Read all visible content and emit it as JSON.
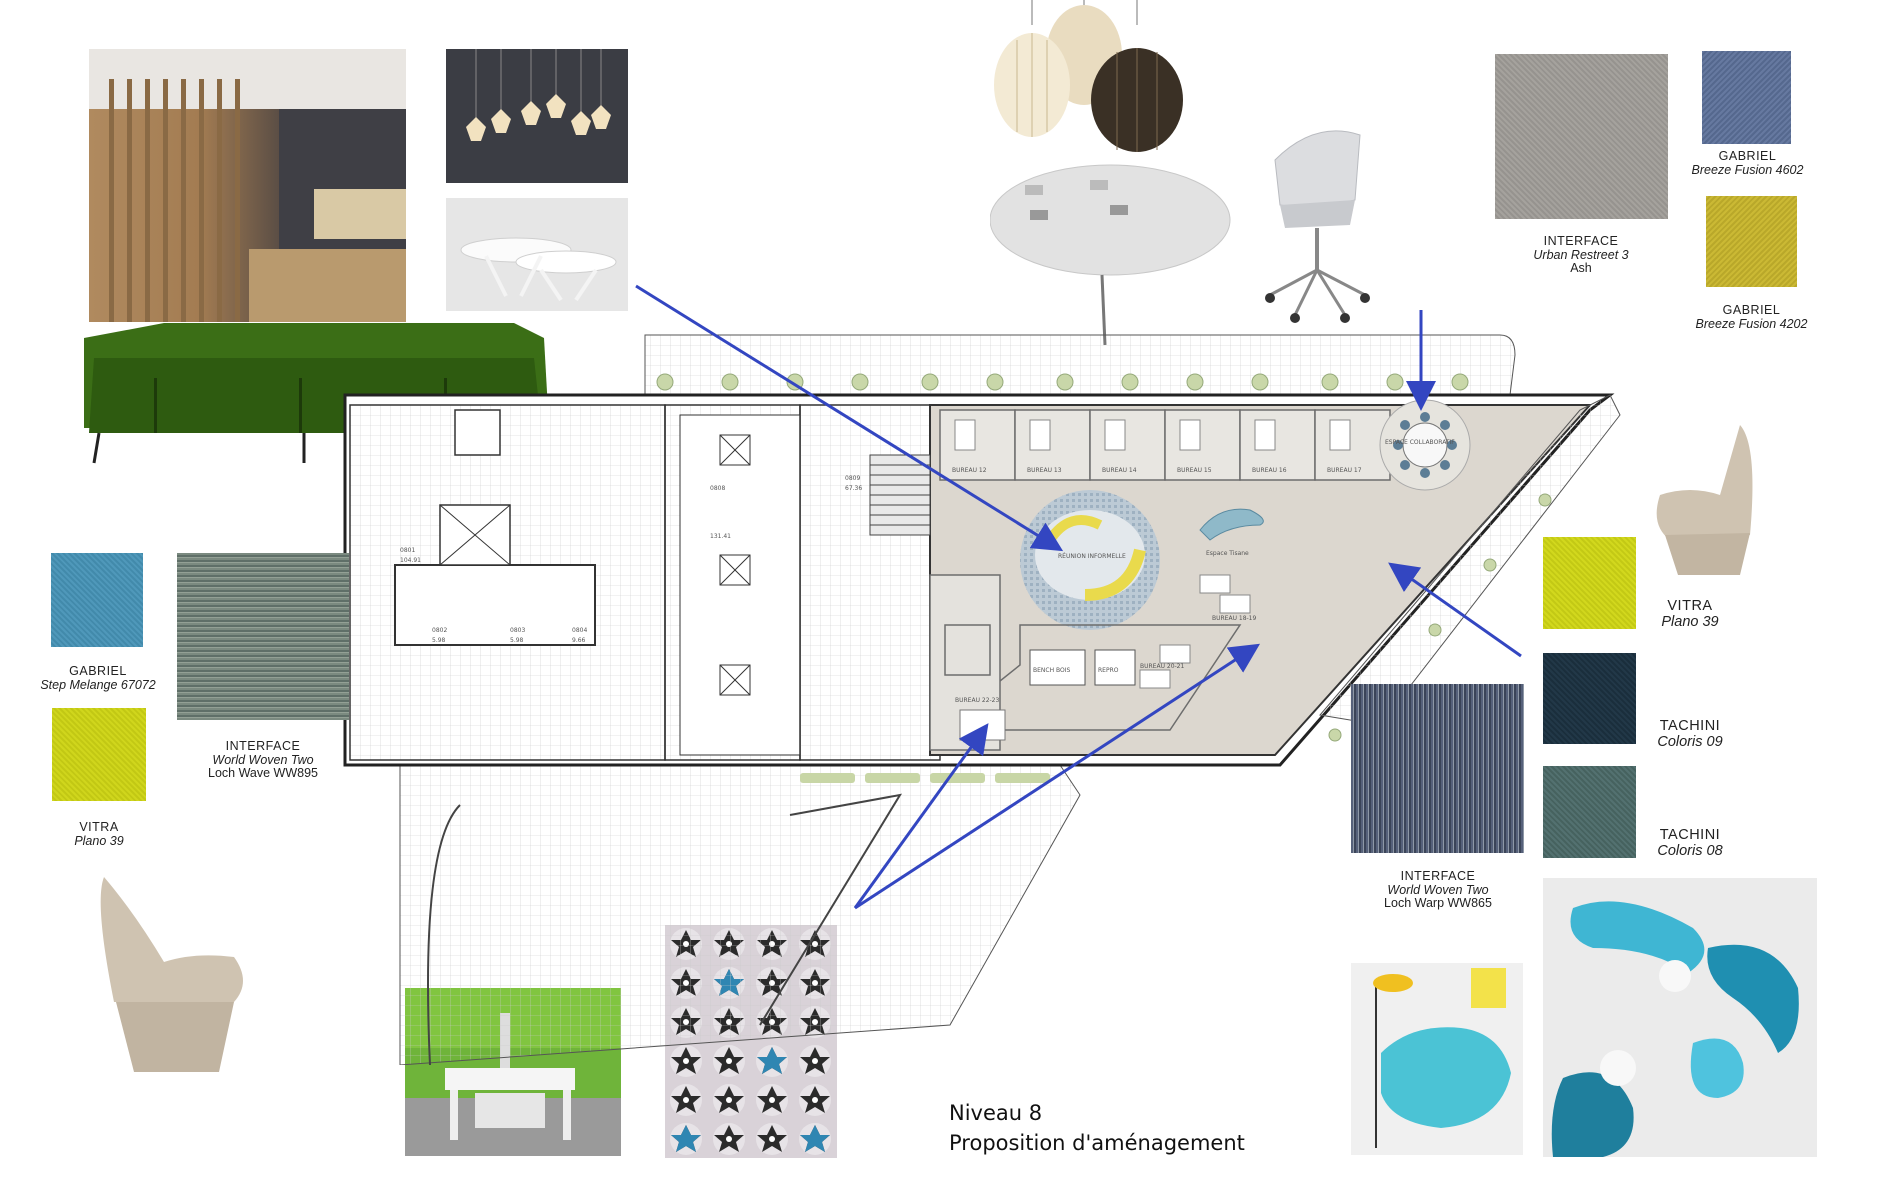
{
  "caption": {
    "line1": "Niveau 8",
    "line2": "Proposition d'aménagement"
  },
  "materials": {
    "gabriel_4602": {
      "brand": "GABRIEL",
      "name": "Breeze Fusion 4602",
      "color": "#5f7299"
    },
    "gabriel_4202": {
      "brand": "GABRIEL",
      "name": "Breeze Fusion 4202",
      "color": "#c7b52d"
    },
    "interface_ash": {
      "brand": "INTERFACE",
      "name": "Urban Restreet 3",
      "code": "Ash",
      "color": "#a09d98"
    },
    "gabriel_67072": {
      "brand": "GABRIEL",
      "name": "Step Melange 67072",
      "color": "#4b93b5"
    },
    "interface_ww895": {
      "brand": "INTERFACE",
      "name": "World Woven Two",
      "code": "Loch Wave WW895",
      "color": "#7e8c84"
    },
    "vitra_left": {
      "brand": "VITRA",
      "name": "Plano 39",
      "color": "#ccd21a"
    },
    "vitra_right": {
      "brand": "VITRA",
      "name": "Plano 39",
      "color": "#cfd51b"
    },
    "tachini_09": {
      "brand": "TACHINI",
      "name": "Coloris 09",
      "color": "#1f3444"
    },
    "tachini_08": {
      "brand": "TACHINI",
      "name": "Coloris 08",
      "color": "#4f6d6b"
    },
    "interface_ww865": {
      "brand": "INTERFACE",
      "name": "World Woven Two",
      "code": "Loch Warp WW865",
      "color": "#56607a"
    }
  },
  "plan": {
    "room_labels": [
      "BUREAU 12",
      "BUREAU 13",
      "BUREAU 14",
      "BUREAU 15",
      "BUREAU 16",
      "BUREAU 17"
    ],
    "collab": "ESPACE COLLABORATIF",
    "reunion": "RÉUNION INFORMELLE",
    "espace_tisane": "Espace Tisane",
    "bureau_18_19": "BUREAU 18-19",
    "bureau_20_21": "BUREAU 20-21",
    "bureau_22_23": "BUREAU 22-23",
    "bench_bois": "BENCH BOIS",
    "repro": "REPRO",
    "rooms": [
      {
        "code": "0809",
        "area": "67.36"
      },
      {
        "code": "0808",
        "area": "131.41"
      },
      {
        "code": "0801",
        "area": "104.91"
      },
      {
        "code": "0802",
        "area": "5.98"
      },
      {
        "code": "0803",
        "area": "5.98"
      },
      {
        "code": "0804",
        "area": "9.66"
      }
    ]
  },
  "accent": {
    "arrow": "#3346c1",
    "sofa": "#2f5d12",
    "floor": "#dcd7cf"
  }
}
